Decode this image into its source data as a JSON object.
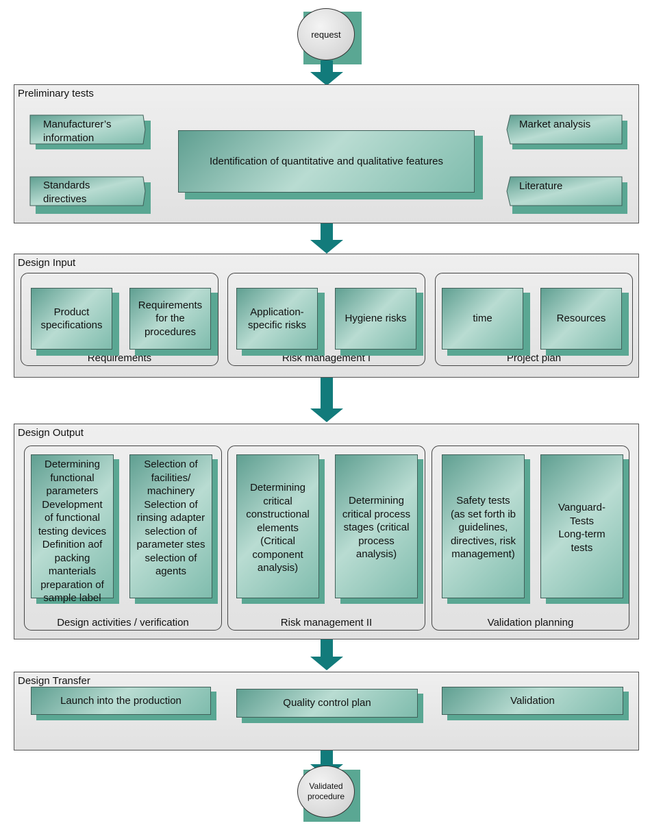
{
  "start": "request",
  "end": "Validated\nprocedure",
  "preliminary": {
    "title": "Preliminary tests",
    "left_tags": [
      "Manufacturer’s\ninformation",
      "Standards\ndirectives"
    ],
    "right_tags": [
      "Market analysis",
      "Literature"
    ],
    "center": "Identification of quantitative and qualitative features"
  },
  "design_input": {
    "title": "Design Input",
    "groups": [
      {
        "label": "Requirements",
        "boxes": [
          "Product\nspecifications",
          "Requirements\nfor the\nprocedures"
        ]
      },
      {
        "label": "Risk management I",
        "boxes": [
          "Application-\nspecific risks",
          "Hygiene risks"
        ]
      },
      {
        "label": "Project plan",
        "boxes": [
          "time",
          "Resources"
        ]
      }
    ]
  },
  "design_output": {
    "title": "Design Output",
    "groups": [
      {
        "label": "Design activities / verification",
        "boxes": [
          "Determining\nfunctional\nparameters\nDevelopment\nof functional\ntesting devices\nDefinition aof\npacking\nmanterials\npreparation of\nsample label",
          "Selection of\nfacilities/\nmachinery\nSelection of\nrinsing adapter\nselection of\nparameter stes\nselection of\nagents"
        ]
      },
      {
        "label": "Risk management II",
        "boxes": [
          "Determining\ncritical\nconstructional\nelements\n(Critical\ncomponent\nanalysis)",
          "Determining\ncritical process\nstages (critical\nprocess\nanalysis)"
        ]
      },
      {
        "label": "Validation planning",
        "boxes": [
          "Safety tests\n(as set forth ib\nguidelines,\ndirectives, risk\nmanagement)",
          "Vanguard-\nTests\nLong-term\ntests"
        ]
      }
    ]
  },
  "design_transfer": {
    "title": "Design Transfer",
    "boxes": [
      "Launch into the production",
      "Quality control plan",
      "Validation"
    ]
  }
}
